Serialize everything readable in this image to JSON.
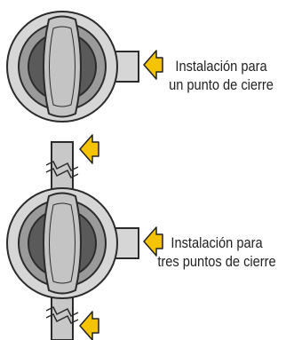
{
  "colors": {
    "outline": "#2b2b2b",
    "housing": "#d6d6d6",
    "ring_outer": "#9a9a9a",
    "ring_inner": "#5a5a5a",
    "handle": "#c4c4c4",
    "arrow_fill": "#f5c400",
    "arrow_stroke": "#222222",
    "pipe": "#c8c8c8"
  },
  "icons": {
    "lock_handle": "lock-cylinder-handle-icon",
    "arrow": "arrow-left-icon"
  },
  "diagrams": [
    {
      "id": "single-point",
      "label_lines": [
        "Instalación para",
        "un punto de cierre"
      ],
      "connections": [
        "right"
      ]
    },
    {
      "id": "three-point",
      "label_lines": [
        "Instalación para",
        "tres puntos de cierre"
      ],
      "connections": [
        "right",
        "top",
        "bottom"
      ]
    }
  ]
}
